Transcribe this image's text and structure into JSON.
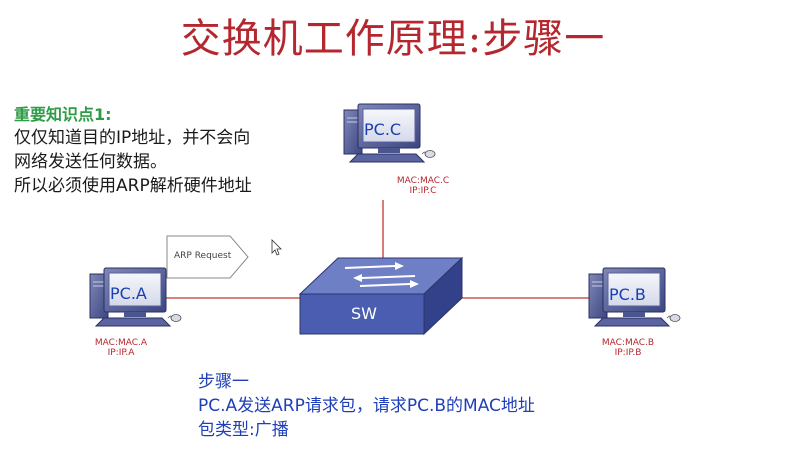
{
  "title": "交换机工作原理:步骤一",
  "knowledge": {
    "heading": "重要知识点1:",
    "lines": [
      "仅仅知道目的IP地址，并不会向",
      "网络发送任何数据。",
      "所以必须使用ARP解析硬件地址"
    ]
  },
  "devices": {
    "pc_a": {
      "label": "PC.A",
      "mac": "MAC:MAC.A",
      "ip": "IP:IP.A"
    },
    "pc_b": {
      "label": "PC.B",
      "mac": "MAC:MAC.B",
      "ip": "IP:IP.B"
    },
    "pc_c": {
      "label": "PC.C",
      "mac": "MAC:MAC.C",
      "ip": "IP:IP.C"
    },
    "switch": {
      "label": "SW"
    }
  },
  "arp_packet": {
    "label": "ARP Request"
  },
  "step": {
    "heading": "步骤一",
    "line1": "PC.A发送ARP请求包，请求PC.B的MAC地址",
    "line2": "包类型:广播"
  },
  "colors": {
    "title": "#b5272f",
    "link": "#c0392b",
    "switch": "#4a5db0",
    "accent_text": "#1f3fb8",
    "knowledge_heading": "#2e9b45"
  }
}
